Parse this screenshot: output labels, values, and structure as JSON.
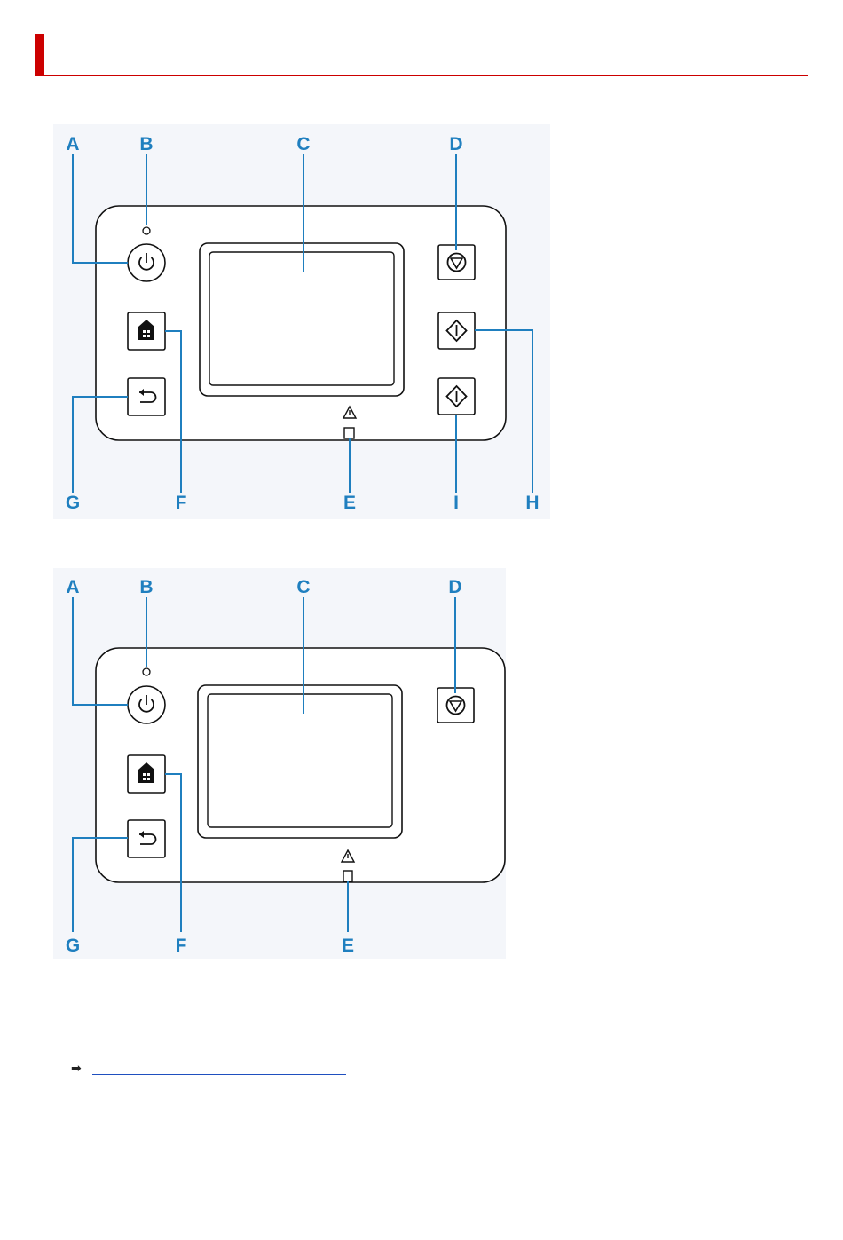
{
  "colors": {
    "accent": "#cc0000",
    "callout": "#1f7fbf",
    "panel_stroke": "#111111",
    "link": "#1f4fbf"
  },
  "diagram_top": {
    "labels": {
      "power_button": "A",
      "power_lamp": "B",
      "touch_screen": "C",
      "stop_button": "D",
      "alarm_lamp": "E",
      "home_button": "F",
      "back_button": "G",
      "color_start_button": "H",
      "black_start_button": "I"
    },
    "icons": [
      "power-icon",
      "home-icon",
      "back-icon",
      "stop-icon",
      "start-icon",
      "start-icon",
      "alarm-icon"
    ]
  },
  "diagram_bottom": {
    "labels": {
      "power_button": "A",
      "power_lamp": "B",
      "touch_screen": "C",
      "stop_button": "D",
      "alarm_lamp": "E",
      "home_button": "F",
      "back_button": "G"
    },
    "icons": [
      "power-icon",
      "home-icon",
      "back-icon",
      "stop-icon",
      "alarm-icon"
    ]
  },
  "link": {
    "icon": "arrow-right-icon",
    "text": ""
  }
}
